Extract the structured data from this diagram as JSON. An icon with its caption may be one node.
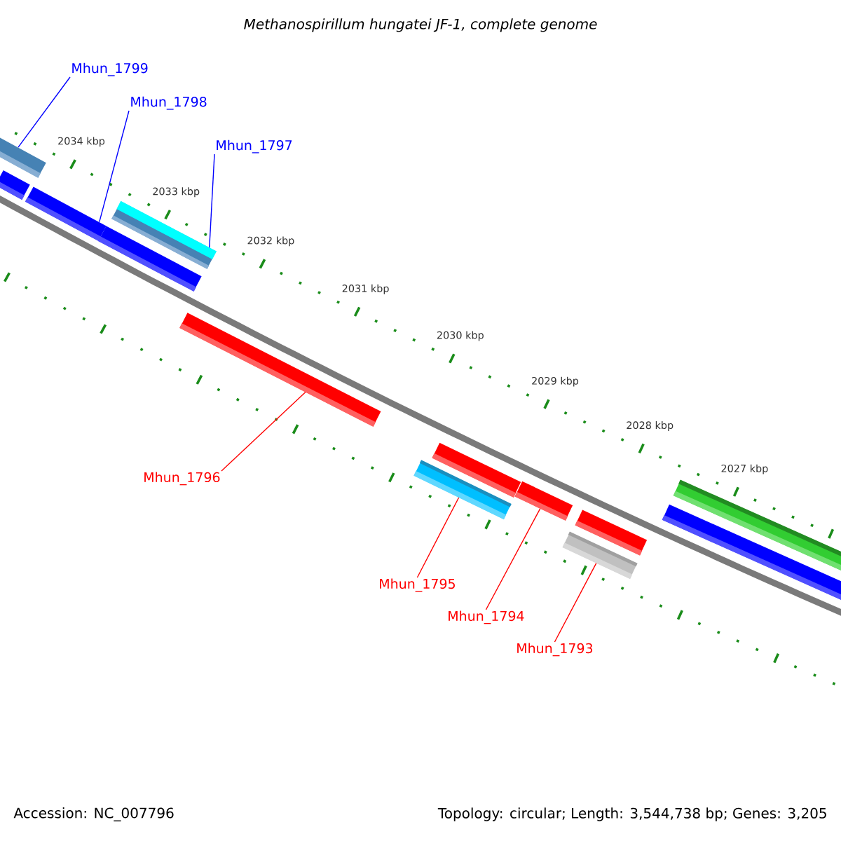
{
  "diagram": {
    "title": "Methanospirillum hungatei JF-1, complete genome",
    "nodes": [
      {
        "text": [
          "Mhun_1799"
        ]
      },
      {
        "text": [
          "Mhun_1798"
        ]
      },
      {
        "text": [
          "Mhun_1797"
        ]
      },
      {
        "text": [
          "Mhun_1796"
        ]
      },
      {
        "text": [
          "Mhun_1795"
        ]
      },
      {
        "text": [
          "Mhun_1794"
        ]
      },
      {
        "text": [
          "Mhun_1793"
        ]
      },
      {
        "text": [],
        "shape": "bar"
      },
      {
        "text": [],
        "shape": "bar"
      },
      {
        "text": [],
        "shape": "bar"
      },
      {
        "text": [],
        "shape": "bar"
      },
      {
        "text": [],
        "shape": "bar"
      },
      {
        "text": [],
        "shape": "bar"
      },
      {
        "text": [],
        "shape": "bar"
      },
      {
        "text": [],
        "shape": "bar"
      },
      {
        "text": [],
        "shape": "bar"
      },
      {
        "text": [],
        "shape": "bar"
      },
      {
        "text": [],
        "shape": "bar"
      },
      {
        "text": [],
        "shape": "bar"
      },
      {
        "text": [],
        "shape": "bar"
      }
    ],
    "edges": [
      {
        "from": 0,
        "to": 7,
        "arrow": "none",
        "color": "#0000ff"
      },
      {
        "from": 1,
        "to": 9,
        "arrow": "none",
        "color": "#0000ff"
      },
      {
        "from": 2,
        "to": 11,
        "arrow": "none",
        "color": "#0000ff"
      },
      {
        "from": 3,
        "to": 12,
        "arrow": "none",
        "color": "#ff0000"
      },
      {
        "from": 4,
        "to": 13,
        "arrow": "none",
        "color": "#ff0000"
      },
      {
        "from": 5,
        "to": 15,
        "arrow": "none",
        "color": "#ff0000"
      },
      {
        "from": 6,
        "to": 16,
        "arrow": "none",
        "color": "#ff0000"
      }
    ],
    "labels": [
      "2034 kbp",
      "2033 kbp",
      "2032 kbp",
      "2031 kbp",
      "2030 kbp",
      "2029 kbp",
      "2028 kbp",
      "2027 kbp",
      "Accession: NC_007796",
      "Topology: circular; Length: 3,544,738 bp; Genes: 3,205"
    ]
  }
}
